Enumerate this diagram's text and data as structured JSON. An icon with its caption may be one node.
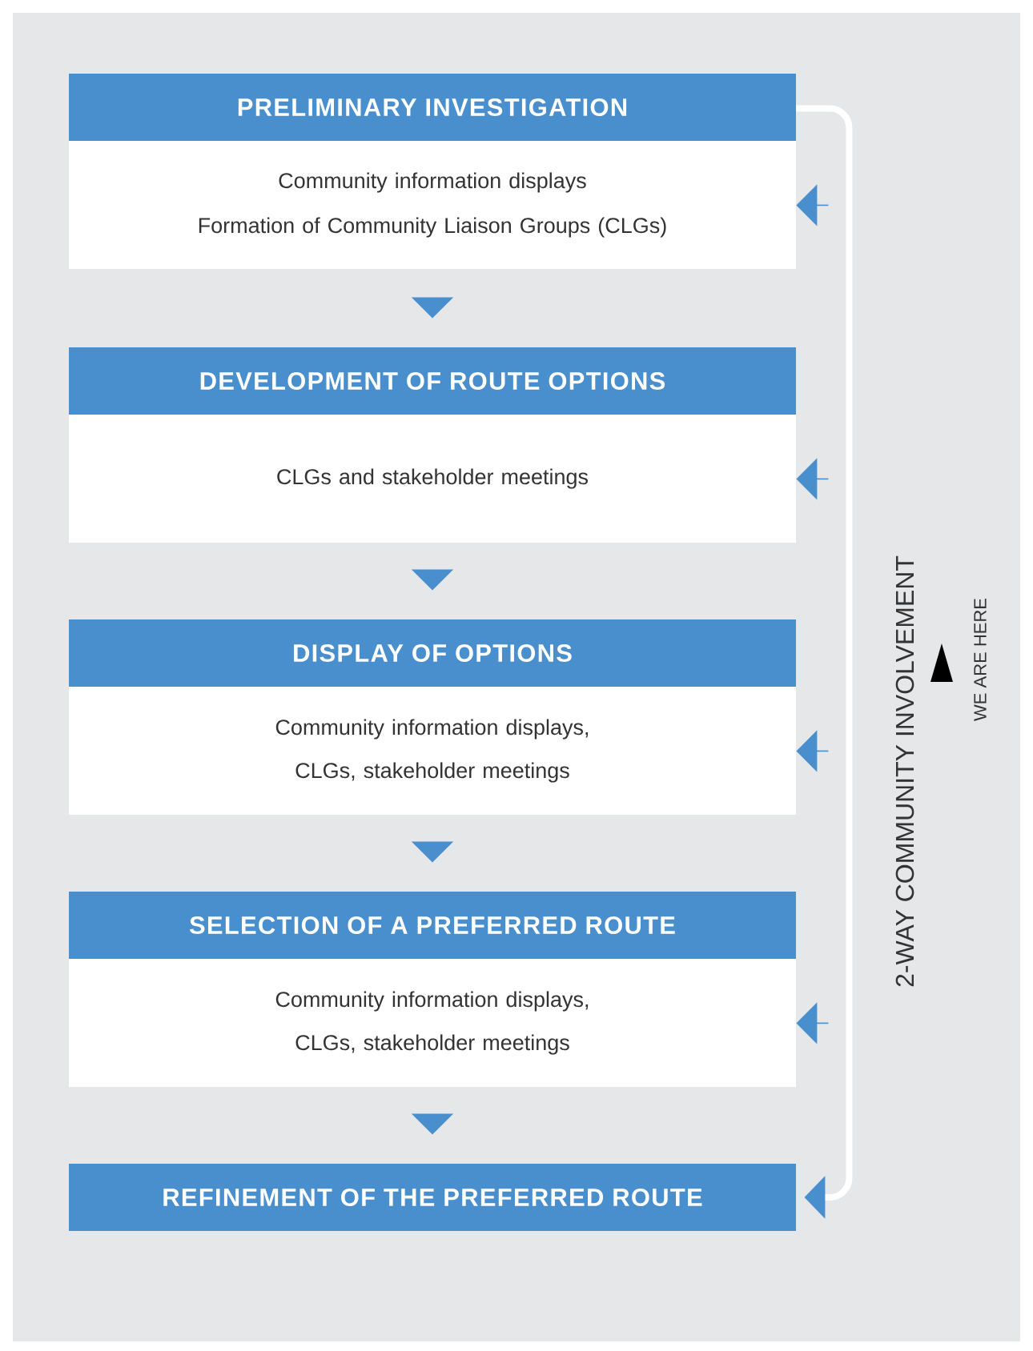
{
  "diagram": {
    "nodes": [
      {
        "text": [
          "PRELIMINARY INVESTIGATION",
          "Community information displays",
          "Formation of Community Liaison Groups (CLGs)"
        ]
      },
      {
        "text": [
          "DEVELOPMENT OF ROUTE OPTIONS",
          "CLGs and stakeholder meetings"
        ]
      },
      {
        "text": [
          "DISPLAY OF OPTIONS",
          "Community information displays, CLGs, stakeholder meetings"
        ]
      },
      {
        "text": [
          "SELECTION OF A PREFERRED ROUTE",
          "Community information displays, CLGs, stakeholder meetings"
        ]
      },
      {
        "text": [
          "REFINEMENT OF THE PREFERRED ROUTE"
        ]
      }
    ],
    "edges": [
      {
        "from": 0,
        "to": 1,
        "arrow": "to"
      },
      {
        "from": 1,
        "to": 2,
        "arrow": "to"
      },
      {
        "from": 2,
        "to": 3,
        "arrow": "to"
      },
      {
        "from": 3,
        "to": 4,
        "arrow": "to"
      },
      {
        "from": 0,
        "to": 4,
        "arrow": "to",
        "style": "thick",
        "color": "#ffffff"
      },
      {
        "from": null,
        "to": 0,
        "arrow": "to"
      },
      {
        "from": null,
        "to": 1,
        "arrow": "to"
      },
      {
        "from": null,
        "to": 2,
        "arrow": "to"
      },
      {
        "from": null,
        "to": 3,
        "arrow": "to"
      }
    ],
    "labels": [
      "2-WAY COMMUNITY INVOLVEMENT",
      "WE ARE HERE"
    ]
  }
}
